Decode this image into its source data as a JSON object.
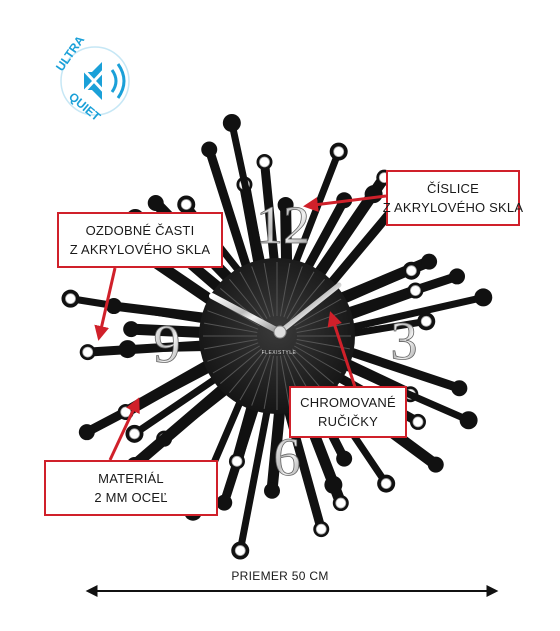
{
  "badge": {
    "line1": "ULTRA",
    "line2": "QUIET",
    "icon": "muted-speaker-icon",
    "color": "#1aa0d8"
  },
  "clock": {
    "brand": "FLEXISTYLE",
    "numerals": {
      "twelve": "12",
      "three": "3",
      "six": "6",
      "nine": "9"
    },
    "hands": "chrome"
  },
  "callouts": {
    "numerals": {
      "line1": "ČÍSLICE",
      "line2": "Z AKRYLOVÉHO SKLA"
    },
    "decor": {
      "line1": "OZDOBNÉ ČASTI",
      "line2": "Z AKRYLOVÉHO SKLA"
    },
    "hands": {
      "line1": "CHROMOVANÉ",
      "line2": "RUČIČKY"
    },
    "material": {
      "line1": "MATERIÁL",
      "line2": "2 MM OCEĽ"
    }
  },
  "dimension": {
    "label": "PRIEMER 50 CM"
  },
  "colors": {
    "accent": "#d0202a",
    "clock_body": "#111111",
    "chrome": "#e6e6e6"
  }
}
